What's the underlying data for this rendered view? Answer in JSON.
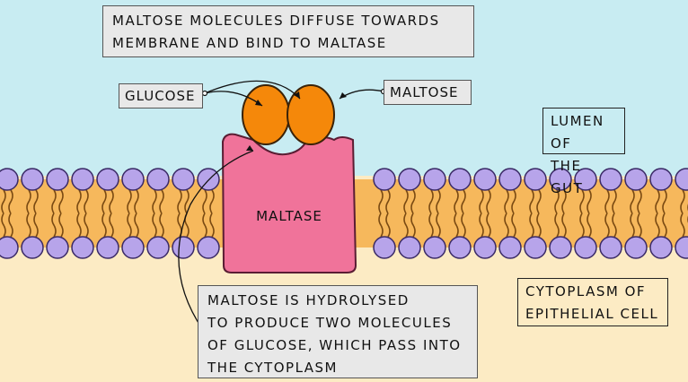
{
  "labels": {
    "top_caption": "MALTOSE MOLECULES DIFFUSE TOWARDS\nMEMBRANE AND BIND TO MALTASE",
    "glucose": "GLUCOSE",
    "maltose": "MALTOSE",
    "lumen": "LUMEN OF\nTHE GUT",
    "enzyme": "MALTASE",
    "bottom_caption": "MALTOSE IS HYDROLYSED\nTO PRODUCE TWO MOLECULES\nOF GLUCOSE, WHICH PASS INTO\nTHE CYTOPLASM",
    "cytoplasm": "CYTOPLASM OF\nEPITHELIAL CELL"
  },
  "colors": {
    "lumen": "#c8ecf2",
    "cytoplasm": "#fcebc4",
    "membrane_core": "#f6b85c",
    "phospholipid_head": "#b7a4ea",
    "maltose": "#f5880a",
    "maltase": "#f0739a"
  }
}
